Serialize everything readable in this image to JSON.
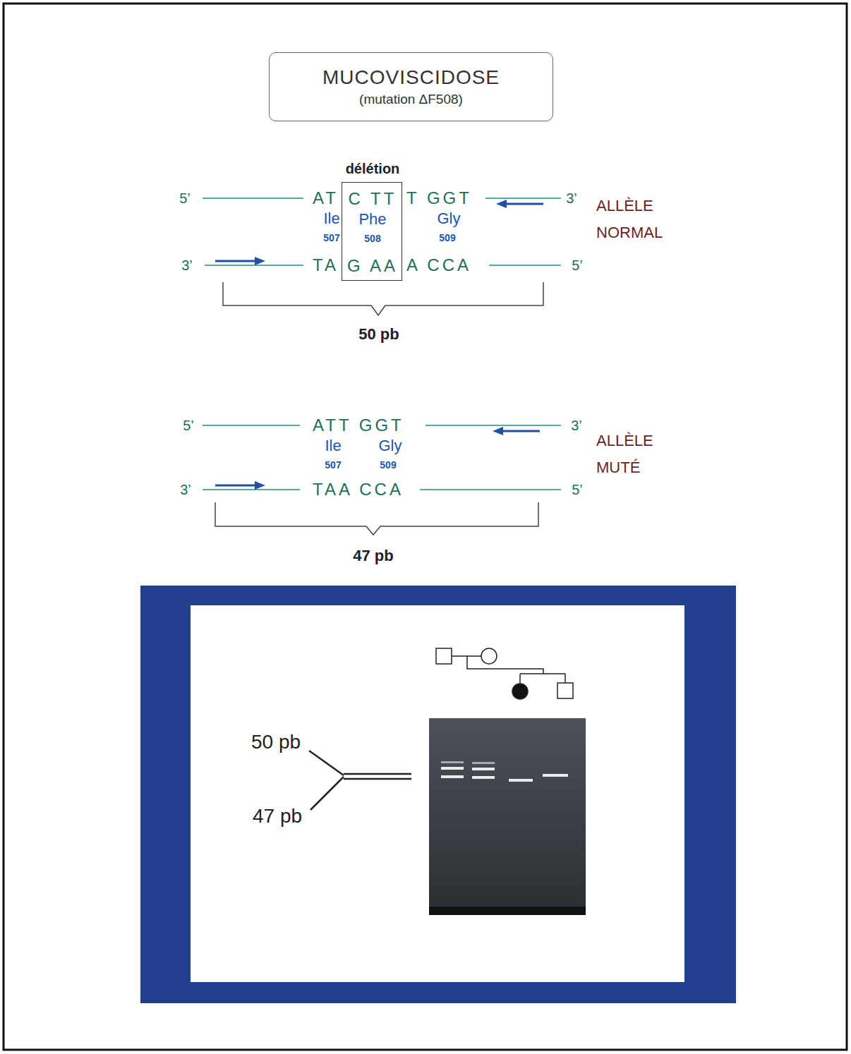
{
  "diagram": {
    "nodes": [
      {
        "text": [
          "MUCOVISCIDOSE",
          "(mutation ΔF508)"
        ]
      },
      {
        "text": [
          "délétion",
          "C TT",
          "Phe",
          "508",
          "G AA"
        ]
      },
      {
        "text": [
          "50 pb",
          "47 pb"
        ]
      }
    ],
    "labels": [
      "5’",
      "AT",
      "T GGT",
      "3’",
      "ALLÈLE NORMAL",
      "Ile",
      "507",
      "Gly",
      "509",
      "3’",
      "TA",
      "A CCA",
      "5’",
      "50 pb",
      "5’",
      "ATT GGT",
      "3’",
      "ALLÈLE MUTÉ",
      "Ile",
      "507",
      "Gly",
      "509",
      "3’",
      "TAA CCA",
      "5’",
      "47 pb"
    ]
  }
}
